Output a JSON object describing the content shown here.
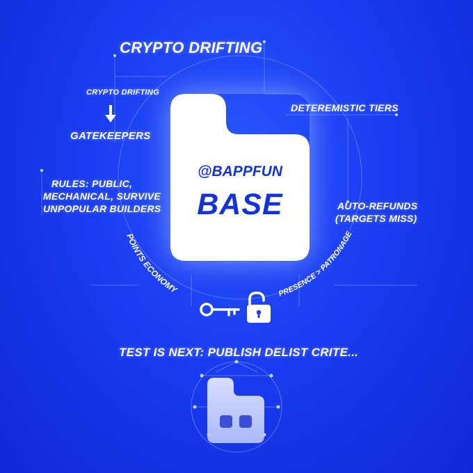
{
  "title": "CRYPTO DRIFTING",
  "left_top_label": "CRYPTO DRIFTING",
  "gatekeepers": "GATEKEEPERS",
  "rules": [
    "RULES: PUBLIC,",
    "MECHANICAL, SURVIVE",
    "UNPOPULAR BUILDERS"
  ],
  "points_economy": "POINTS ECONOMY",
  "deterministic_tiers": "DETEREMISTIC TIERS",
  "auto_refunds": [
    "AUTO-REFUNDS",
    "(TARGETS MISS)"
  ],
  "presence": "PRESENCE > PATRONAGE",
  "card": {
    "handle": "@BAPPFUN",
    "main": "BASE"
  },
  "footer": "TEST IS NEXT: PUBLISH DELIST CRITE...",
  "icons": [
    "arrow-down-icon",
    "key-icon",
    "unlock-icon",
    "bapp-logo-icon"
  ],
  "colors": {
    "background": "#1a3cf0",
    "card": "#ffffff",
    "card_text": "#1333d6"
  }
}
